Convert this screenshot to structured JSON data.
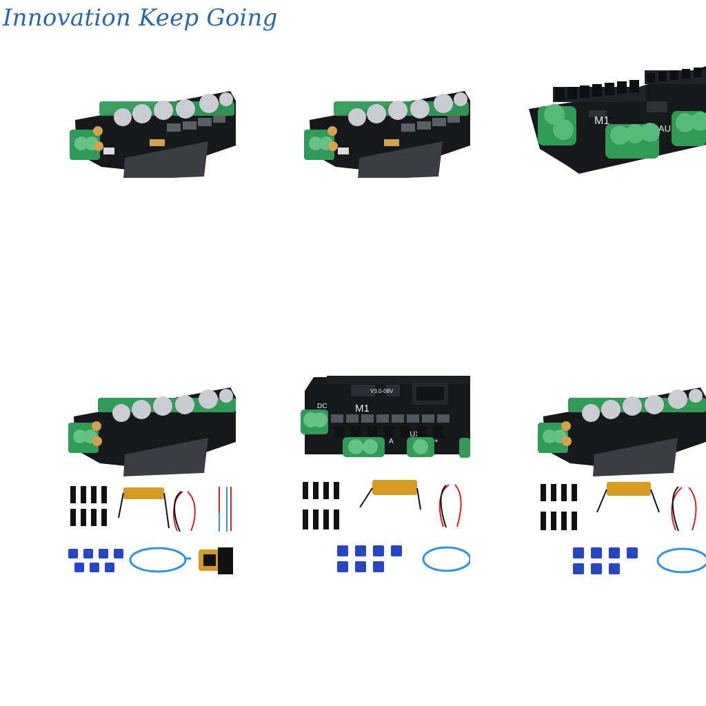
{
  "header": {
    "title": "Innovation Keep Going"
  },
  "board": {
    "pcb_color": "#16181b",
    "terminal_color": "#2f9b56",
    "capacitor_color": "#c9ccd2",
    "mount_color": "#d7a14a"
  },
  "accessories": {
    "resistor_color": "#d89b22",
    "heatsink_color": "#2447c9",
    "cable_color": "#2b95e5",
    "wire_red": "#d91f1f",
    "wire_black": "#111111"
  },
  "gallery": {
    "items": [
      {
        "icon": "angled-motor-driver-board-icon"
      },
      {
        "icon": "angled-motor-driver-board-icon"
      },
      {
        "icon": "terminal-motor-driver-board-icon"
      },
      {
        "icon": "motor-driver-kit-icon"
      },
      {
        "icon": "labeled-motor-driver-kit-icon"
      },
      {
        "icon": "motor-driver-kit-icon"
      }
    ]
  },
  "board_labels": {
    "m1": "M1",
    "aux": "AUX",
    "dc": "DC",
    "version": "V3.0-08V",
    "a": "A",
    "c": "C",
    "plus": "+"
  }
}
